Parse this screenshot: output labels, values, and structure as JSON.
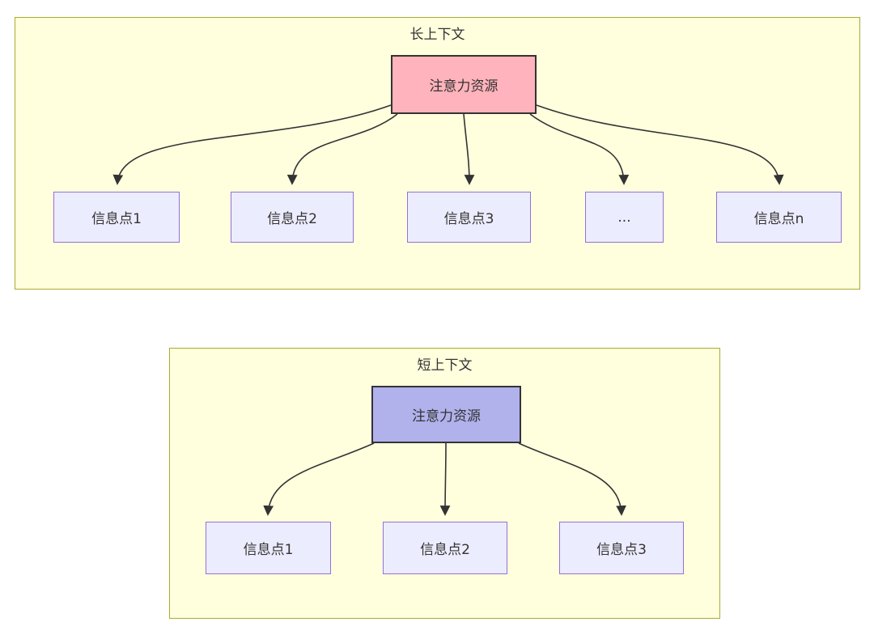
{
  "long_context": {
    "title": "长上下文",
    "root_label": "注意力资源",
    "children": [
      "信息点1",
      "信息点2",
      "信息点3",
      "...",
      "信息点n"
    ]
  },
  "short_context": {
    "title": "短上下文",
    "root_label": "注意力资源",
    "children": [
      "信息点1",
      "信息点2",
      "信息点3"
    ]
  },
  "colors": {
    "cluster_fill": "#ffffde",
    "cluster_border": "#aaaa33",
    "node_fill": "#ececff",
    "node_border": "#9370db",
    "long_root_fill": "#ffb3bc",
    "short_root_fill": "#b1b1ec",
    "root_border": "#333333",
    "edge": "#333333",
    "text": "#333333"
  }
}
